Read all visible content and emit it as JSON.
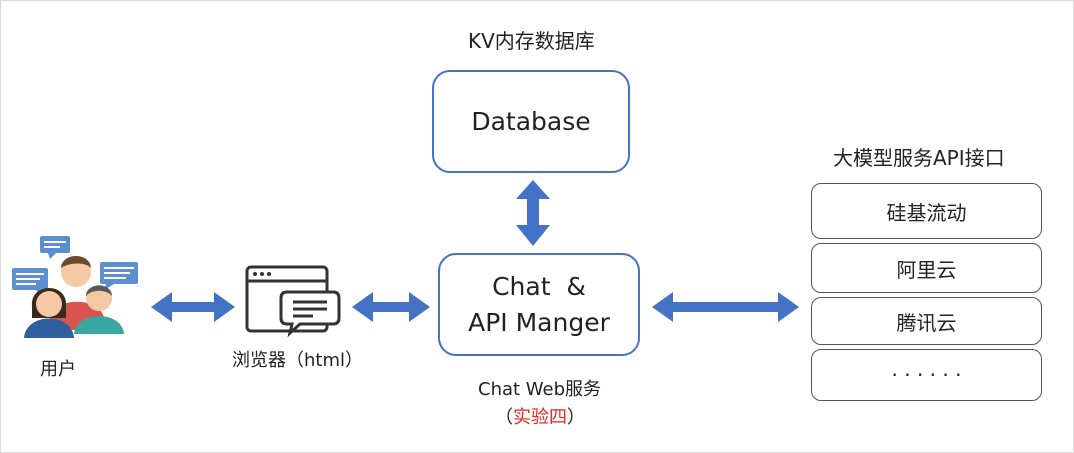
{
  "labels": {
    "kv_store": "KV内存数据库",
    "llm_api": "大模型服务API接口",
    "user": "用户",
    "browser": "浏览器（html）",
    "chat_web_service": "Chat Web服务",
    "experiment_open": "（",
    "experiment": "实验四",
    "experiment_close": "）"
  },
  "database_box": {
    "label": "Database"
  },
  "chat_box": {
    "line1": "Chat  &",
    "line2": "API Manger"
  },
  "providers": [
    "硅基流动",
    "阿里云",
    "腾讯云",
    "· · · · · ·"
  ],
  "colors": {
    "accent": "#4472c4",
    "highlight": "#e8251f",
    "border": "#555555"
  },
  "icons": {
    "users": "people-chat-icon",
    "browser": "browser-window-icon",
    "arrows": "double-arrow"
  }
}
